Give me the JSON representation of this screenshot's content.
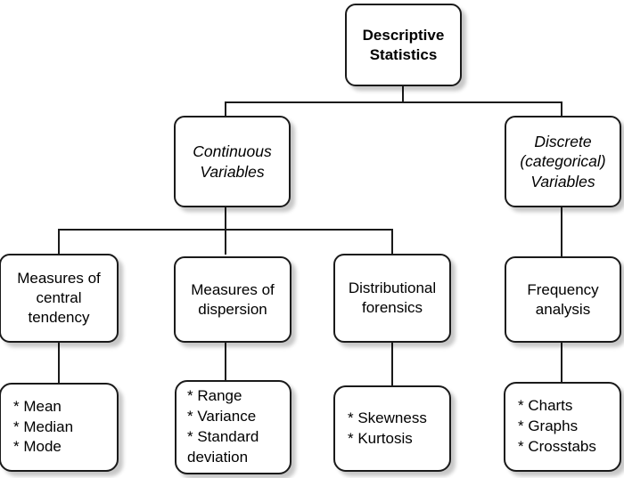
{
  "diagram": {
    "title": "Descriptive Statistics hierarchy",
    "type": "tree",
    "colors": {
      "background": "#ffffff",
      "box_fill": "#ffffff",
      "box_border": "#1a1a1a",
      "connector": "#1a1a1a",
      "shadow": "rgba(0,0,0,0.22)",
      "text": "#000000"
    },
    "nodes": {
      "root": {
        "label": "Descriptive\nStatistics",
        "style": "bold"
      },
      "continuous": {
        "label": "Continuous\nVariables",
        "style": "italic"
      },
      "discrete": {
        "label": "Discrete\n(categorical)\nVariables",
        "style": "italic"
      },
      "central_tendency": {
        "label": "Measures of\ncentral\ntendency",
        "style": "regular"
      },
      "dispersion": {
        "label": "Measures of\ndispersion",
        "style": "regular"
      },
      "distributional": {
        "label": "Distributional\nforensics",
        "style": "regular"
      },
      "frequency": {
        "label": "Frequency\nanalysis",
        "style": "regular"
      },
      "central_tendency_items": {
        "label": "* Mean\n* Median\n* Mode",
        "style": "regular"
      },
      "dispersion_items": {
        "label": "* Range\n* Variance\n* Standard\n   deviation",
        "style": "regular"
      },
      "distributional_items": {
        "label": "* Skewness\n* Kurtosis",
        "style": "regular"
      },
      "frequency_items": {
        "label": "* Charts\n* Graphs\n* Crosstabs",
        "style": "regular"
      }
    },
    "edges": [
      {
        "from": "root",
        "to": "continuous"
      },
      {
        "from": "root",
        "to": "discrete"
      },
      {
        "from": "continuous",
        "to": "central_tendency"
      },
      {
        "from": "continuous",
        "to": "dispersion"
      },
      {
        "from": "continuous",
        "to": "distributional"
      },
      {
        "from": "discrete",
        "to": "frequency"
      },
      {
        "from": "central_tendency",
        "to": "central_tendency_items"
      },
      {
        "from": "dispersion",
        "to": "dispersion_items"
      },
      {
        "from": "distributional",
        "to": "distributional_items"
      },
      {
        "from": "frequency",
        "to": "frequency_items"
      }
    ]
  }
}
